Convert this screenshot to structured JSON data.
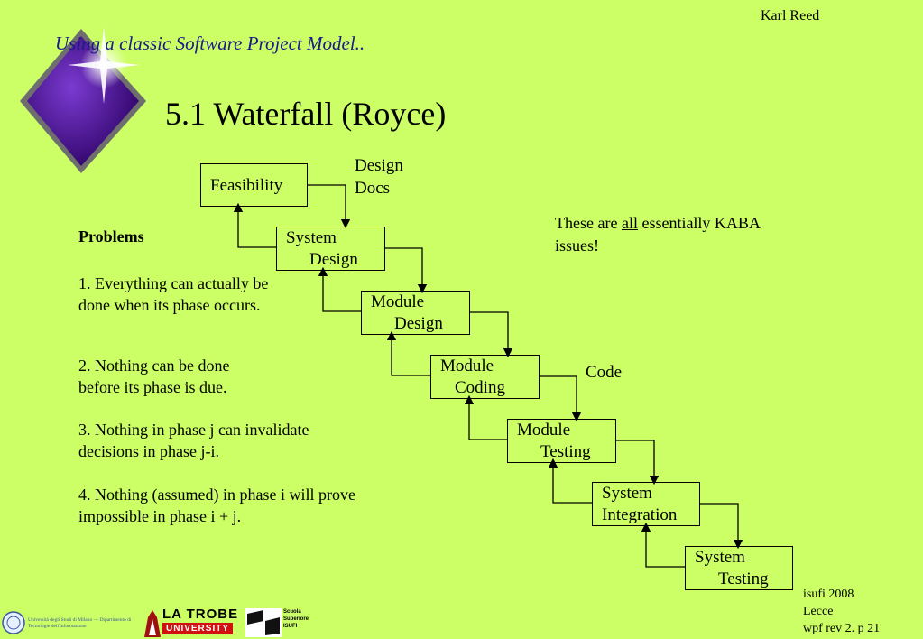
{
  "header": {
    "author": "Karl Reed",
    "subtitle": "Using a classic Software Project Model..",
    "title": "5.1  Waterfall (Royce)"
  },
  "diagram": {
    "boxes": [
      {
        "line1": "Feasibility",
        "line2": ""
      },
      {
        "line1": "System",
        "line2": "Design"
      },
      {
        "line1": "Module",
        "line2": "Design"
      },
      {
        "line1": "Module",
        "line2": "Coding"
      },
      {
        "line1": "Module",
        "line2": "Testing"
      },
      {
        "line1": "System",
        "line2": "Integration"
      },
      {
        "line1": "System",
        "line2": "Testing"
      }
    ],
    "labels": {
      "design_docs_1": "Design",
      "design_docs_2": "Docs",
      "code": "Code"
    }
  },
  "problems": {
    "heading": "Problems",
    "items": [
      "1.  Everything can actually be done when its phase occurs.",
      "2.  Nothing can be done before its phase is due.",
      "3.  Nothing in phase j can invalidate decisions in phase j-i.",
      "4.  Nothing (assumed) in phase i will prove impossible in phase i + j."
    ]
  },
  "note": {
    "before": "These are ",
    "underlined": "all",
    "after": " essentially KABA issues!"
  },
  "footer": {
    "line1": "isufi 2008",
    "line2": "Lecce",
    "line3": "wpf rev 2.  p 21"
  },
  "logos": {
    "milano": "Università degli Studi di Milano — Dipartimento di Tecnologie dell'Informazione",
    "latrobe_1": "LA TROBE",
    "latrobe_2": "UNIVERSITY",
    "isufi_1": "Scuola",
    "isufi_2": "Superiore",
    "isufi_3": "ISUFI"
  },
  "colors": {
    "background": "#ccff66",
    "subtitle": "#1a1a8c",
    "diamond": "#4b0a8c"
  }
}
